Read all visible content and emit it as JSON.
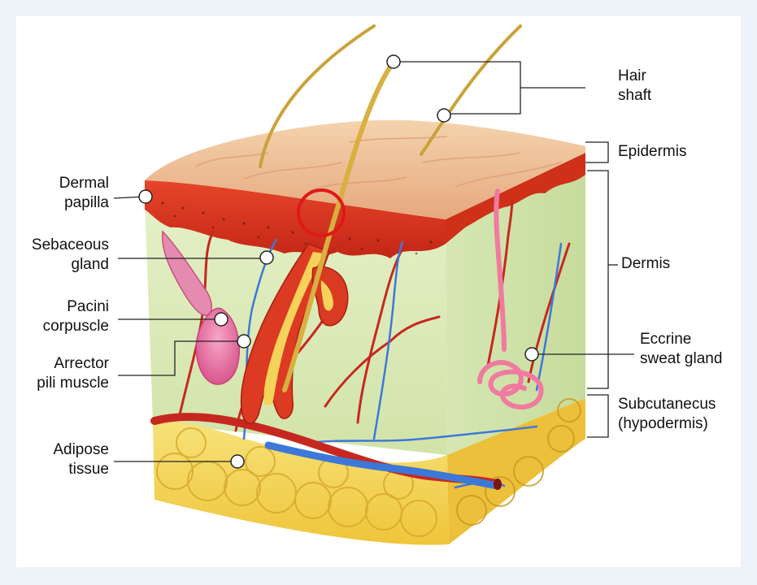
{
  "labels": {
    "hair_shaft": [
      "Hair",
      "shaft"
    ],
    "epidermis": [
      "Epidermis"
    ],
    "dermis": [
      "Dermis"
    ],
    "eccrine_sweat_gland": [
      "Eccrine",
      "sweat gland"
    ],
    "subcutaneous": [
      "Subcutanecus",
      "(hypodermis)"
    ],
    "dermal_papilla": [
      "Dermal",
      "papilla"
    ],
    "sebaceous_gland": [
      "Sebaceous",
      "gland"
    ],
    "pacini_corpuscle": [
      "Pacini",
      "corpuscle"
    ],
    "arrector_pili_muscle": [
      "Arrector",
      "pili muscle"
    ],
    "adipose_tissue": [
      "Adipose",
      "tissue"
    ]
  },
  "colors": {
    "background": "#eef3fa",
    "panel": "#ffffff",
    "epidermis_top": "#efc39a",
    "dermis_band": "#d8321e",
    "dermis_body": "#d9e9b5",
    "fat": "#f3d24f",
    "artery": "#cc2a22",
    "vein": "#3c78d8",
    "hair": "#c9a23a",
    "highlight_circle": "#e01818"
  }
}
